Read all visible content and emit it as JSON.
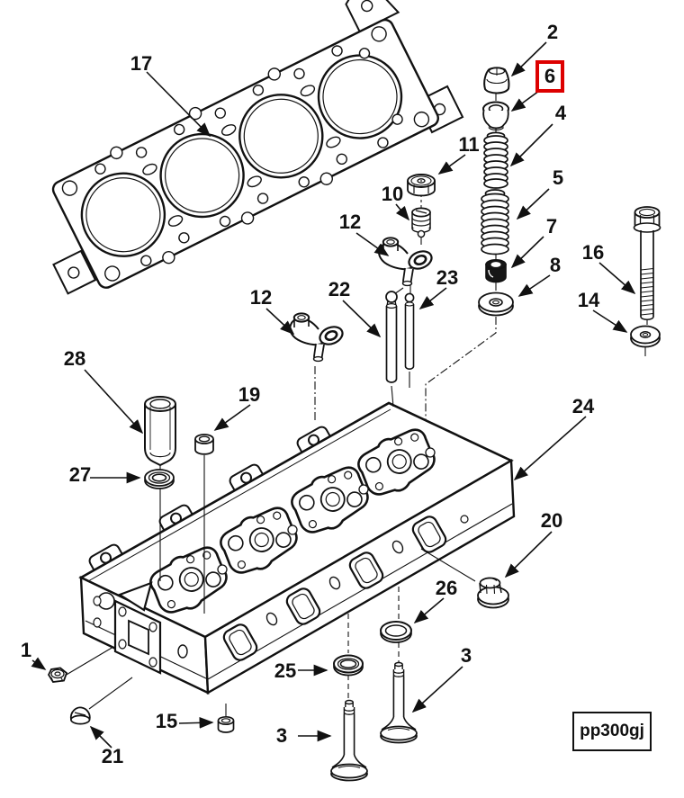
{
  "figure": {
    "code": "pp300gj"
  },
  "highlight": {
    "label": "6",
    "box_color": "#dd0000"
  },
  "colors": {
    "line": "#111111",
    "background": "#ffffff"
  },
  "callouts": [
    {
      "label": "17"
    },
    {
      "label": "2"
    },
    {
      "label": "6"
    },
    {
      "label": "4"
    },
    {
      "label": "11"
    },
    {
      "label": "10"
    },
    {
      "label": "5"
    },
    {
      "label": "12"
    },
    {
      "label": "7"
    },
    {
      "label": "16"
    },
    {
      "label": "8"
    },
    {
      "label": "14"
    },
    {
      "label": "22"
    },
    {
      "label": "23"
    },
    {
      "label": "12"
    },
    {
      "label": "28"
    },
    {
      "label": "19"
    },
    {
      "label": "24"
    },
    {
      "label": "27"
    },
    {
      "label": "20"
    },
    {
      "label": "26"
    },
    {
      "label": "1"
    },
    {
      "label": "25"
    },
    {
      "label": "3"
    },
    {
      "label": "15"
    },
    {
      "label": "3"
    },
    {
      "label": "21"
    }
  ]
}
